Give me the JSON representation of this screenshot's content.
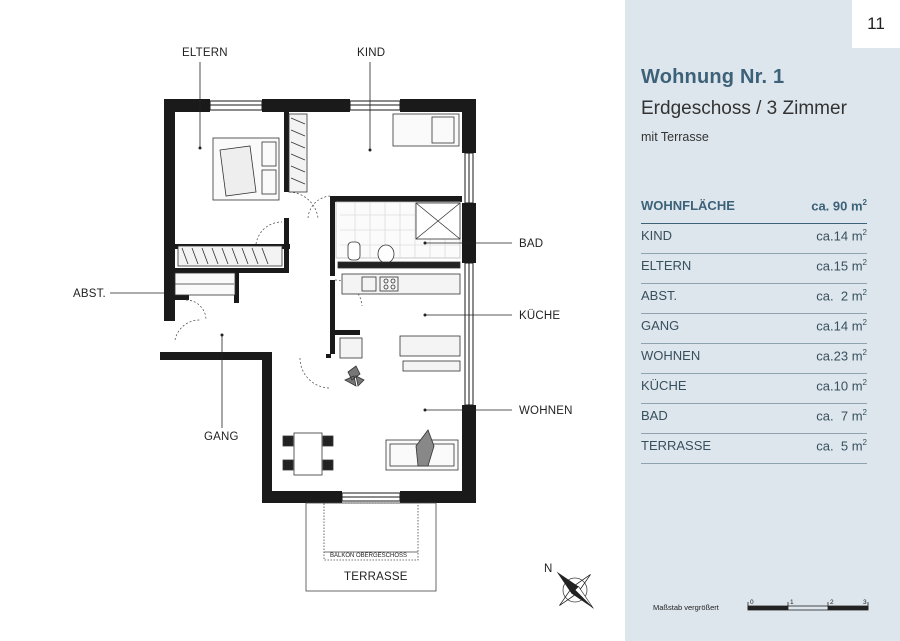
{
  "page": {
    "number": "11"
  },
  "apartment": {
    "title": "Wohnung Nr. 1",
    "subtitle": "Erdgeschoss / 3 Zimmer",
    "subtitle2": "mit Terrasse"
  },
  "area_header": {
    "label": "WOHNFLÄCHE",
    "value": "ca. 90 m",
    "unit_sup": "2"
  },
  "areas": [
    {
      "label": "KIND",
      "value": "ca.14 m",
      "sup": "2"
    },
    {
      "label": "ELTERN",
      "value": "ca.15 m",
      "sup": "2"
    },
    {
      "label": "ABST.",
      "value": "ca.  2 m",
      "sup": "2"
    },
    {
      "label": "GANG",
      "value": "ca.14 m",
      "sup": "2"
    },
    {
      "label": "WOHNEN",
      "value": "ca.23 m",
      "sup": "2"
    },
    {
      "label": "KÜCHE",
      "value": "ca.10 m",
      "sup": "2"
    },
    {
      "label": "BAD",
      "value": "ca.  7 m",
      "sup": "2"
    },
    {
      "label": "TERRASSE",
      "value": "ca.  5 m",
      "sup": "2"
    }
  ],
  "plan": {
    "labels": {
      "eltern": "ELTERN",
      "kind": "KIND",
      "bad": "BAD",
      "kueche": "KÜCHE",
      "wohnen": "WOHNEN",
      "abst": "ABST.",
      "gang": "GANG",
      "terrasse": "TERRASSE",
      "balkon": "BALKON OBERGESCHOSS"
    },
    "compass_letter": "N",
    "scale": {
      "label": "Maßstab vergrößert",
      "ticks": [
        "0",
        "1",
        "2",
        "3"
      ]
    }
  },
  "colors": {
    "panel_bg": "#dde6ec",
    "accent": "#3c6179",
    "wall": "#1a1a1a"
  }
}
